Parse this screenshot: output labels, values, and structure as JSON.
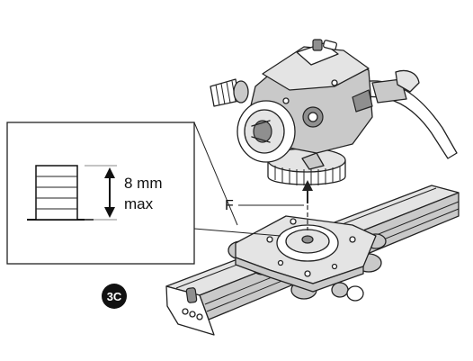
{
  "callout": {
    "measure_value": "8 mm",
    "measure_qualifier": "max"
  },
  "label_f": "F",
  "step_badge": "3C",
  "colors": {
    "line": "#222222",
    "metal_light": "#e4e4e4",
    "metal_mid": "#c9c9c9",
    "metal_dark": "#8f8f8f",
    "badge": "#111111"
  }
}
